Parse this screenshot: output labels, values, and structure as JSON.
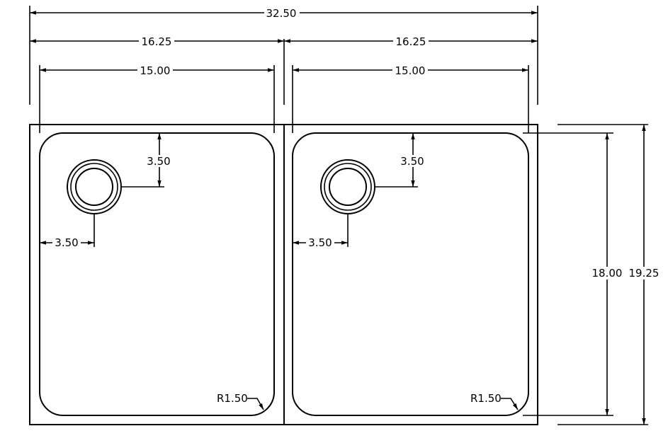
{
  "drawing": {
    "overall_width": "32.50",
    "bowl_outer_width_left": "16.25",
    "bowl_outer_width_right": "16.25",
    "bowl_inner_width_left": "15.00",
    "bowl_inner_width_right": "15.00",
    "drain_offset_top_left": "3.50",
    "drain_offset_top_right": "3.50",
    "drain_offset_side_left": "3.50",
    "drain_offset_side_right": "3.50",
    "inner_depth": "18.00",
    "outer_depth": "19.25",
    "corner_radius_left": "R1.50",
    "corner_radius_right": "R1.50"
  }
}
